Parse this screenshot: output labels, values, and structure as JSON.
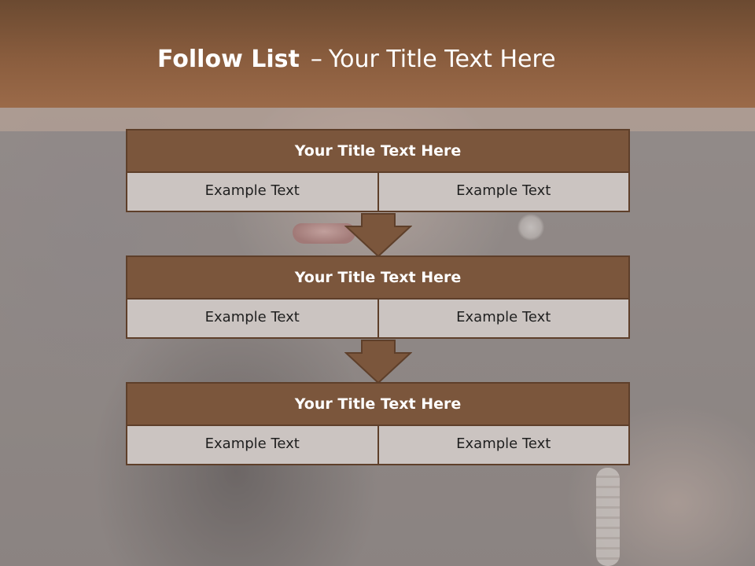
{
  "slide": {
    "title_bold": "Follow List",
    "title_dash": "–",
    "title_rest": "Your Title Text Here"
  },
  "colors": {
    "header": "#8a5d3e",
    "block_head": "#7b563c",
    "cell": "#cbc4c1",
    "border": "#5e3f2a"
  },
  "list": [
    {
      "title": "Your Title Text Here",
      "left": "Example Text",
      "right": "Example Text"
    },
    {
      "title": "Your Title Text Here",
      "left": "Example Text",
      "right": "Example Text"
    },
    {
      "title": "Your Title Text Here",
      "left": "Example Text",
      "right": "Example Text"
    }
  ],
  "icons": [
    "down-arrow-icon",
    "down-arrow-icon"
  ]
}
